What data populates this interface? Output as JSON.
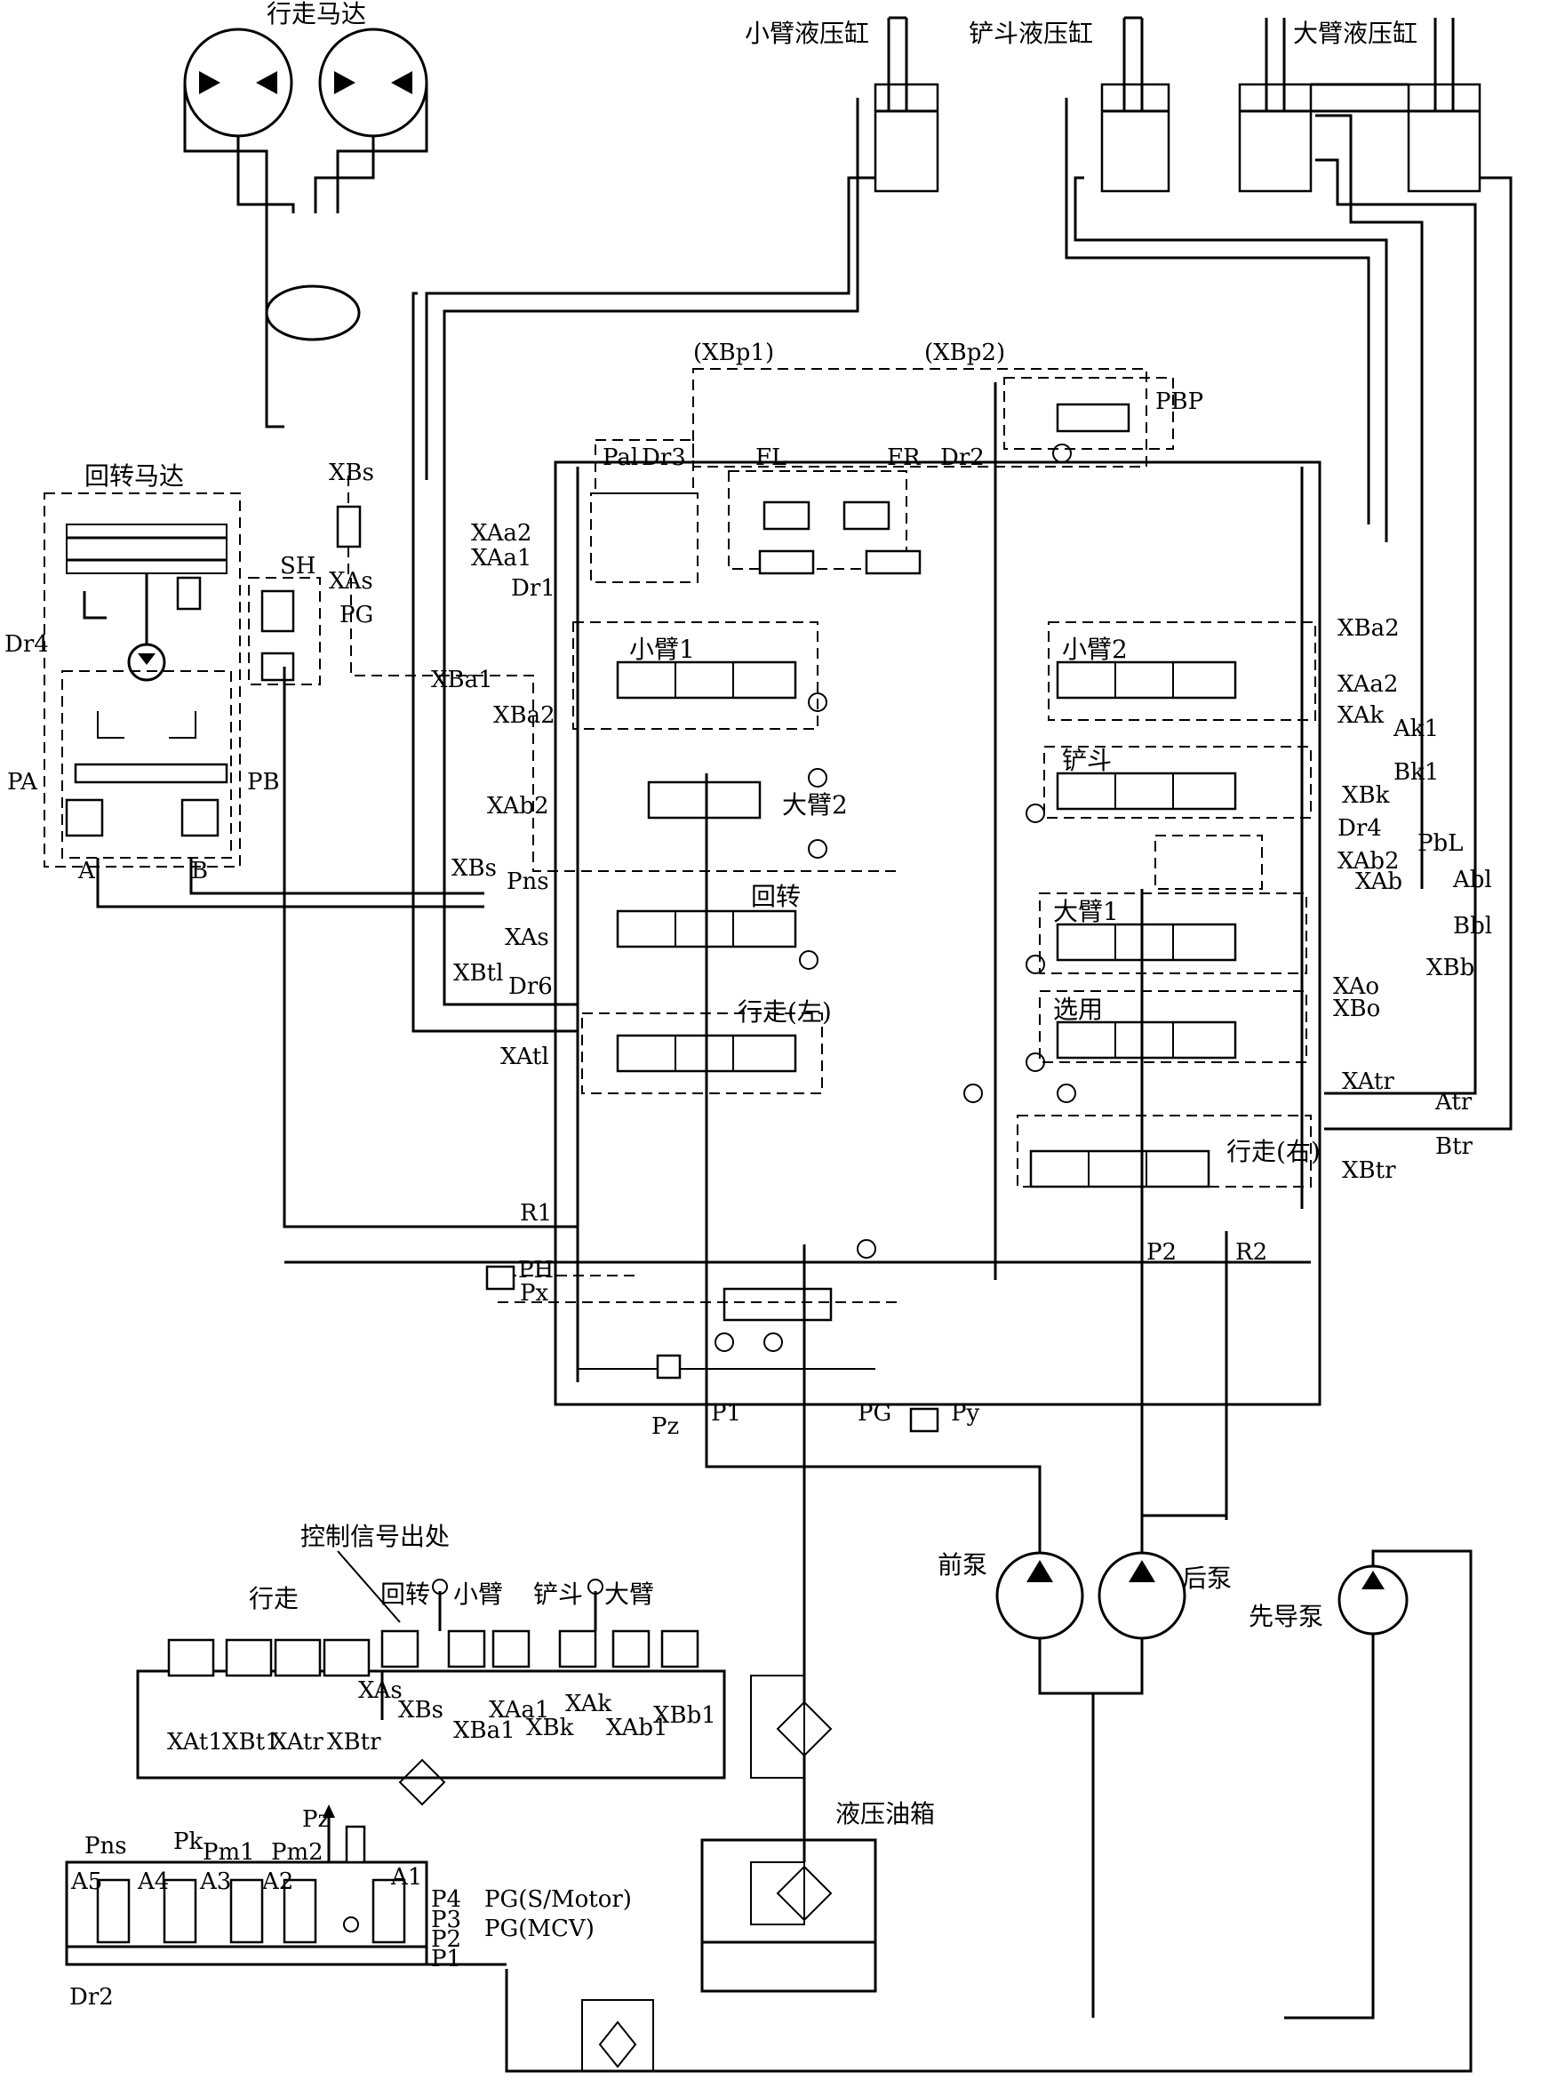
{
  "components": {
    "travel_motor": "行走马达",
    "arm_cylinder": "小臂液压缸",
    "bucket_cylinder": "铲斗液压缸",
    "boom_cylinder": "大臂液压缸",
    "swing_motor": "回转马达",
    "front_pump": "前泵",
    "rear_pump": "后泵",
    "pilot_pump": "先导泵",
    "tank": "液压油箱",
    "control_signal_source": "控制信号出处"
  },
  "valve_sections": {
    "arm1": "小臂1",
    "arm2": "小臂2",
    "bucket": "铲斗",
    "boom2": "大臂2",
    "boom1": "大臂1",
    "swing": "回转",
    "optional": "选用",
    "travel_left": "行走(左)",
    "travel_right": "行走(右)"
  },
  "pilot_group_labels": {
    "travel": "行走",
    "swing": "回转",
    "arm": "小臂",
    "bucket": "铲斗",
    "boom": "大臂"
  },
  "ports": {
    "XBp1": "(XBp1)",
    "XBp2": "(XBp2)",
    "PBP": "PBP",
    "Pal": "Pal",
    "Dr3": "Dr3",
    "FL": "FL",
    "FR": "FR",
    "Dr2_top": "Dr2",
    "XAa2_left": "XAa2",
    "XAa1_left": "XAa1",
    "Dr1": "Dr1",
    "XBa1_left": "XBa1",
    "XBa2_left": "XBa2",
    "XAb2_left": "XAb2",
    "XBs_mid": "XBs",
    "Pns_mid": "Pns",
    "XAs_mid": "XAs",
    "XBtl": "XBtl",
    "Dr6": "Dr6",
    "XAtl": "XAtl",
    "R1": "R1",
    "PH": "PH",
    "Px": "Px",
    "Pz_valve": "Pz",
    "P1_valve": "P1",
    "PG_valve": "PG",
    "Py": "Py",
    "P2": "P2",
    "R2": "R2",
    "XBa2_right": "XBa2",
    "XAa2_right": "XAa2",
    "XAk": "XAk",
    "Ak1": "Ak1",
    "Bk1": "Bk1",
    "XBk_right": "XBk",
    "Dr4_right": "Dr4",
    "PbL": "PbL",
    "XAb2_right": "XAb2",
    "XAb": "XAb",
    "Abl": "Abl",
    "Bbl": "Bbl",
    "XBb": "XBb",
    "XAo": "XAo",
    "XBo": "XBo",
    "XAtr": "XAtr",
    "Atr": "Atr",
    "Btr": "Btr",
    "XBtr_right": "XBtr",
    "XBs_top": "XBs",
    "SH": "SH",
    "XAs_swing": "XAs",
    "PG_swing": "PG",
    "Dr4_left": "Dr4",
    "PA": "PA",
    "PB": "PB",
    "A": "A",
    "B": "B",
    "Pz_pilot": "Pz",
    "Pns_pilot": "Pns",
    "Pk": "Pk",
    "Pm1": "Pm1",
    "Pm2": "Pm2",
    "A5": "A5",
    "A4": "A4",
    "A3": "A3",
    "A2": "A2",
    "A1": "A1",
    "P4": "P4",
    "P3": "P3",
    "P2_pilot": "P2",
    "P1_pilot": "P1",
    "PG_SMotor": "PG(S/Motor)",
    "PG_MCV": "PG(MCV)",
    "Dr2_bottom": "Dr2",
    "XAs_pilot": "XAs",
    "XBs_pilot": "XBs",
    "XBa1_pilot": "XBa1",
    "XAa1_pilot": "XAa1",
    "XBk_pilot": "XBk",
    "XAk_pilot": "XAk",
    "XAb1_pilot": "XAb1",
    "XBb1_pilot": "XBb1",
    "XAt1_pilot": "XAt1",
    "XBt1_pilot": "XBt1",
    "XAtr_pilot": "XAtr",
    "XBtr_pilot": "XBtr"
  }
}
